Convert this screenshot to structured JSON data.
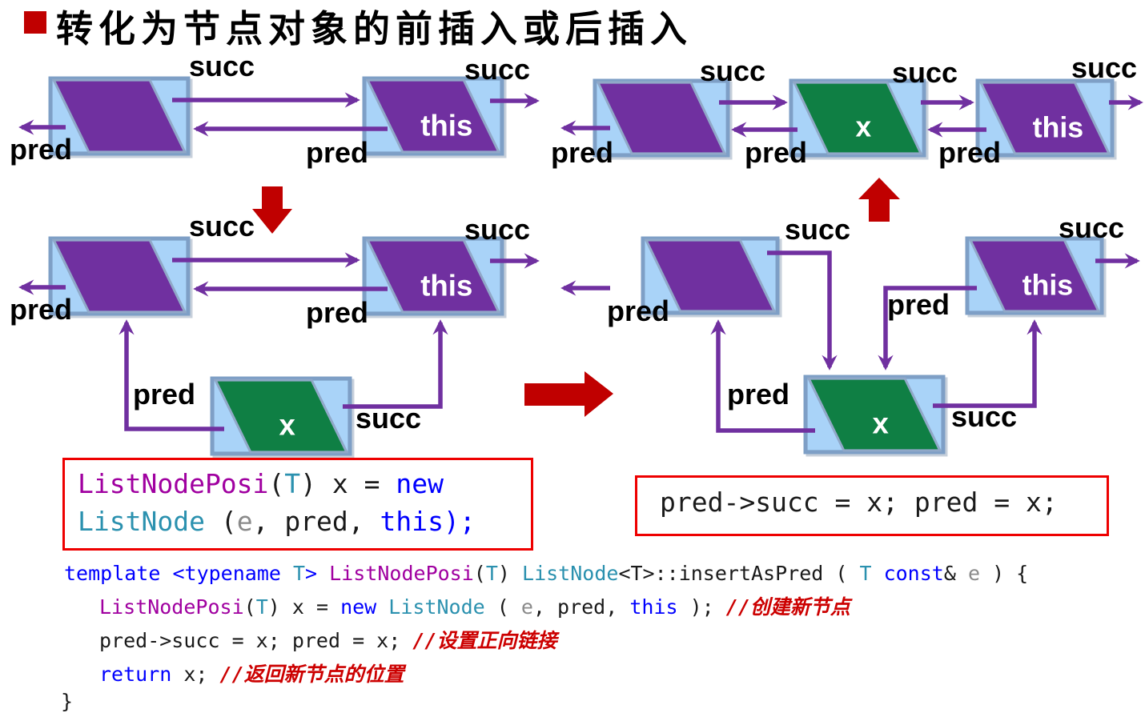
{
  "title": {
    "text": "转化为节点对象的前插入或后插入"
  },
  "labels": {
    "succ": "succ",
    "pred": "pred"
  },
  "nodes": {
    "this_label": "this",
    "x_label": "x"
  },
  "colors": {
    "node_background": "#A9D3F8",
    "node_border": "#7E9FC6",
    "purple_node": "#7030A0",
    "green_node": "#0F7F44",
    "arrow_purple": "#7030A0",
    "red_accent": "#C00000",
    "code_box_border": "#EE0000"
  },
  "code_box_left": {
    "lines": [
      [
        {
          "t": "ListNodePosi",
          "c": "p"
        },
        {
          "t": "(",
          "c": "d"
        },
        {
          "t": "T",
          "c": "t"
        },
        {
          "t": ") x = ",
          "c": "d"
        },
        {
          "t": "new",
          "c": "k"
        }
      ],
      [
        {
          "t": "ListNode",
          "c": "t"
        },
        {
          "t": " (",
          "c": "d"
        },
        {
          "t": "e",
          "c": "g"
        },
        {
          "t": ", pred, ",
          "c": "d"
        },
        {
          "t": "this);",
          "c": "k"
        }
      ]
    ]
  },
  "code_box_right": {
    "lines": [
      [
        {
          "t": "pred->succ = x; pred = x;",
          "c": "d"
        }
      ]
    ]
  },
  "code_block": {
    "lines": [
      [
        {
          "t": "template <typename ",
          "c": "k"
        },
        {
          "t": "T",
          "c": "t"
        },
        {
          "t": "> ",
          "c": "k"
        },
        {
          "t": "ListNodePosi",
          "c": "p"
        },
        {
          "t": "(",
          "c": "d"
        },
        {
          "t": "T",
          "c": "t"
        },
        {
          "t": ") ",
          "c": "d"
        },
        {
          "t": "ListNode",
          "c": "t"
        },
        {
          "t": "<T>::insertAsPred ( ",
          "c": "d"
        },
        {
          "t": "T ",
          "c": "t"
        },
        {
          "t": "const",
          "c": "k"
        },
        {
          "t": "& ",
          "c": "d"
        },
        {
          "t": "e",
          "c": "g"
        },
        {
          "t": " ) {",
          "c": "d"
        }
      ],
      [
        {
          "t": "ListNodePosi",
          "c": "p"
        },
        {
          "t": "(",
          "c": "d"
        },
        {
          "t": "T",
          "c": "t"
        },
        {
          "t": ") x = ",
          "c": "d"
        },
        {
          "t": "new ",
          "c": "k"
        },
        {
          "t": "ListNode",
          "c": "t"
        },
        {
          "t": " ( ",
          "c": "d"
        },
        {
          "t": "e",
          "c": "g"
        },
        {
          "t": ", pred, ",
          "c": "d"
        },
        {
          "t": "this",
          "c": "k"
        },
        {
          "t": " ); ",
          "c": "d"
        },
        {
          "t": "//创建新节点",
          "c": "c"
        }
      ],
      [
        {
          "t": "pred->succ = x; pred = x; ",
          "c": "d"
        },
        {
          "t": "//设置正向链接",
          "c": "c"
        }
      ],
      [
        {
          "t": "return",
          "c": "k"
        },
        {
          "t": " x; ",
          "c": "d"
        },
        {
          "t": "//返回新节点的位置",
          "c": "c"
        }
      ],
      [
        {
          "t": "}",
          "c": "d"
        }
      ]
    ]
  }
}
